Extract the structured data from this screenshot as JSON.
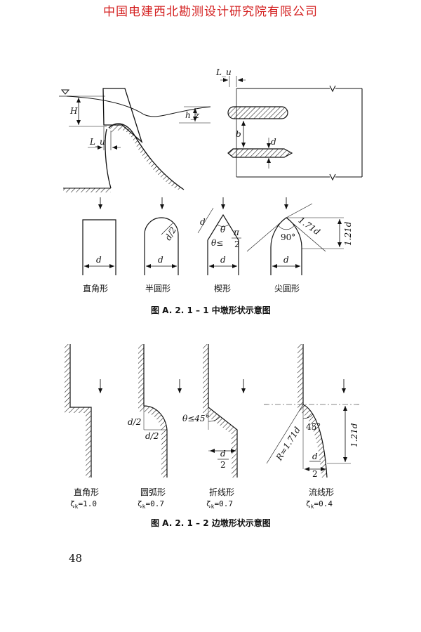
{
  "header": {
    "org": "中国电建西北勘测设计研究院有限公司",
    "color": "#d42020"
  },
  "fig1": {
    "top_labels": {
      "H": "H",
      "hz": "h_z",
      "Lu": "L_u",
      "Lu_top": "L_u",
      "b": "b",
      "d": "d"
    },
    "shapes": [
      {
        "name": "直角形",
        "dim": "d"
      },
      {
        "name": "半圆形",
        "dim": "d",
        "radius": "d/2"
      },
      {
        "name": "楔形",
        "dim": "d",
        "side": "d",
        "theta": "θ",
        "condition": "θ≤",
        "pi": "π",
        "two": "2"
      },
      {
        "name": "尖圆形",
        "dim": "d",
        "angle": "90°",
        "radius": "1.71d",
        "height": "1.21d"
      }
    ],
    "caption": "图 A. 2. 1 – 1    中墩形状示意图"
  },
  "fig2": {
    "shapes": [
      {
        "name": "直角形",
        "zeta": "ζ",
        "sub": "k",
        "value": "=1.0"
      },
      {
        "name": "圆弧形",
        "zeta": "ζ",
        "sub": "k",
        "value": "=0.7",
        "label_a": "d/2",
        "label_b": "d/2"
      },
      {
        "name": "折线形",
        "zeta": "ζ",
        "sub": "k",
        "value": "=0.7",
        "angle": "θ≤45°",
        "dim_num": "d",
        "dim_den": "2"
      },
      {
        "name": "流线形",
        "zeta": "ζ",
        "sub": "k",
        "value": "=0.4",
        "radius": "R=1.71d",
        "angle": "45°",
        "height": "1.21d",
        "dim_num": "d",
        "dim_den": "2"
      }
    ],
    "caption": "图 A. 2. 1 – 2    边墩形状示意图"
  },
  "page_number": "48"
}
